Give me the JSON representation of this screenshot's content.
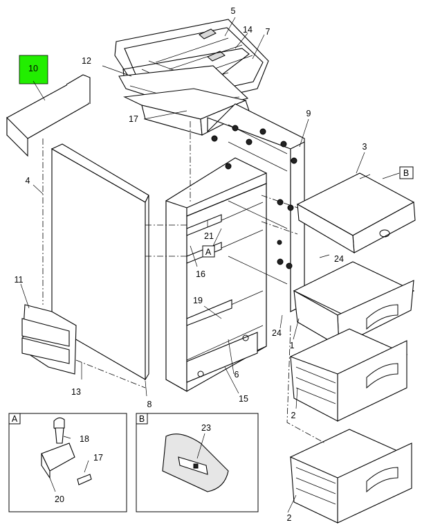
{
  "callouts": {
    "c1": "1",
    "c2a": "2",
    "c2b": "2",
    "c3": "3",
    "c4": "4",
    "c5": "5",
    "c6": "6",
    "c7": "7",
    "c8": "8",
    "c9": "9",
    "c10": "10",
    "c11": "11",
    "c12": "12",
    "c13": "13",
    "c14": "14",
    "c15": "15",
    "c16": "16",
    "c17a": "17",
    "c17b": "17",
    "c18": "18",
    "c19": "19",
    "c20": "20",
    "c21": "21",
    "c23": "23",
    "c24a": "24",
    "c24b": "24"
  },
  "view_refs": {
    "a_main": "A",
    "b_main": "B",
    "a_detail": "A",
    "b_detail": "B"
  },
  "highlight_color": "#22ee00"
}
